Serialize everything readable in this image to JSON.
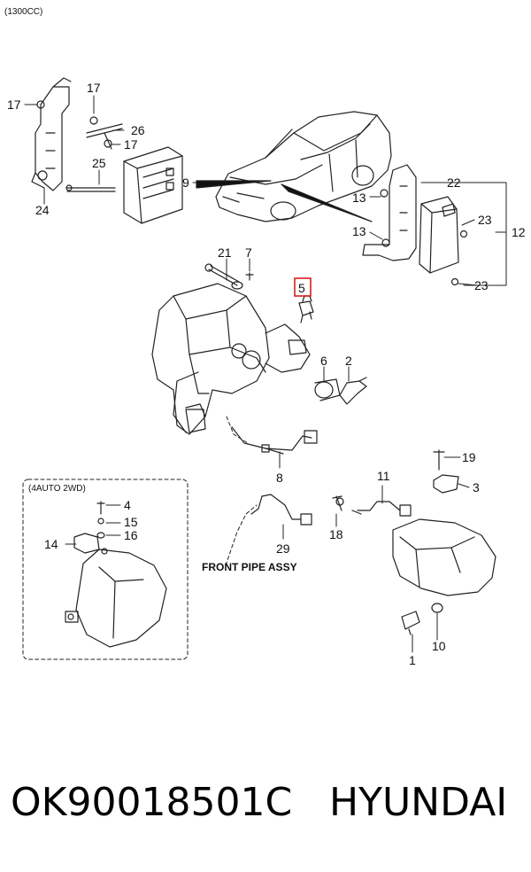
{
  "header": {
    "variant": "(1300CC)"
  },
  "callouts": {
    "c1": "1",
    "c2": "2",
    "c3": "3",
    "c4": "4",
    "c5": "5",
    "c6": "6",
    "c7": "7",
    "c8": "8",
    "c9": "9",
    "c10": "10",
    "c11": "11",
    "c12": "12",
    "c13a": "13",
    "c13b": "13",
    "c14": "14",
    "c15": "15",
    "c16": "16",
    "c17a": "17",
    "c17b": "17",
    "c17c": "17",
    "c18": "18",
    "c19": "19",
    "c21": "21",
    "c22": "22",
    "c23a": "23",
    "c23b": "23",
    "c24": "24",
    "c25": "25",
    "c26": "26",
    "c29": "29"
  },
  "inset": {
    "title": "(4AUTO 2WD)"
  },
  "labels": {
    "front_pipe": "FRONT PIPE ASSY"
  },
  "highlight": {
    "part": "5",
    "color": "#d42020"
  },
  "footer": {
    "part_number": "OK90018501C",
    "brand": "HYUNDAI"
  }
}
